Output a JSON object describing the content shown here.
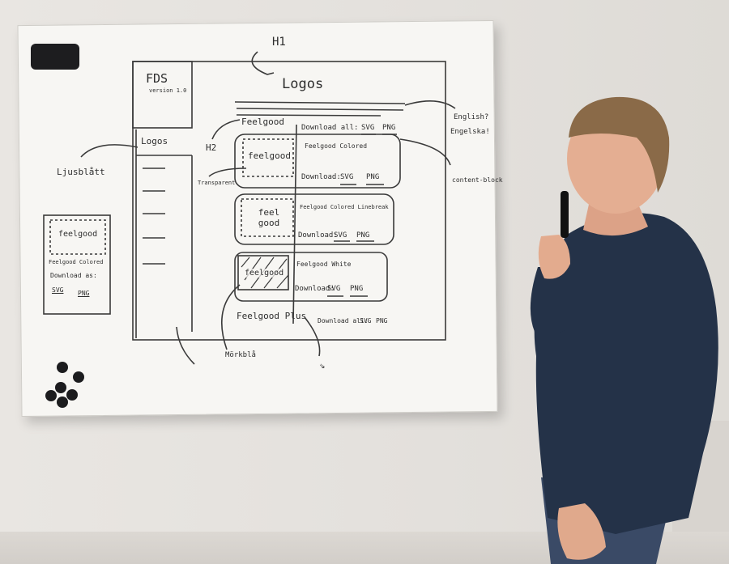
{
  "whiteboard": {
    "h1_note": "H1",
    "page_title": "Logos",
    "sidebar_title": "FDS",
    "sidebar_version": "version 1.0",
    "sidebar_nav_label": "Logos",
    "h2_note": "H2",
    "section_heading": "Feelgood",
    "download_all": "Download all:",
    "svg": "SVG",
    "png": "PNG",
    "english_note": [
      "English?",
      "Engelska!"
    ],
    "content_block_note": "content-block",
    "ljusblatt_note": "Ljusblått",
    "transparent_note": "Transparent",
    "morkbla_note": "Mörkblå",
    "rows": [
      {
        "logo_text": "feelgood",
        "name": "Feelgood Colored",
        "download": "Download:"
      },
      {
        "logo_text": "feel good",
        "name": "Feelgood Colored Linebreak",
        "download": "Download:"
      },
      {
        "logo_text": "feelgood",
        "name": "Feelgood White",
        "download": "Download:"
      }
    ],
    "plus_heading": "Feelgood Plus",
    "plus_download": "Download all:",
    "plus_png": "PNG",
    "arrow_note": "⇘",
    "sample_card": {
      "logo_text": "feelgood",
      "name": "Feelgood Colored",
      "download": "Download as:",
      "svg": "SVG",
      "png": "PNG"
    }
  }
}
